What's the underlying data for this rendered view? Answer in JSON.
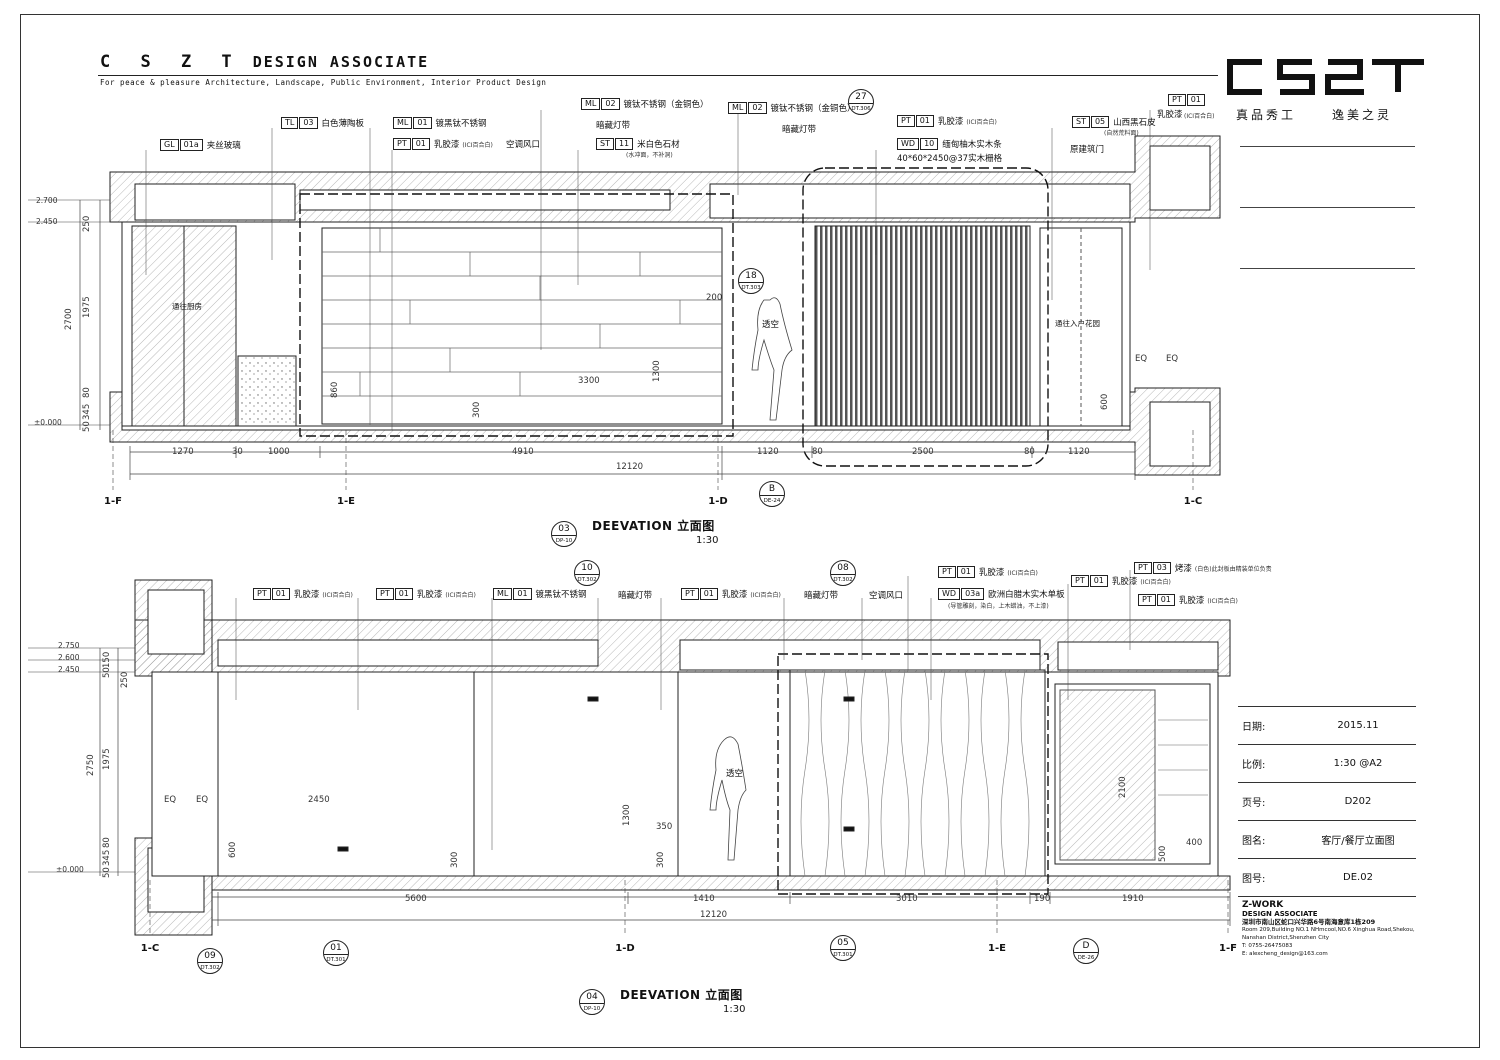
{
  "header": {
    "brand_letters": "C S Z T",
    "brand_rest": "DESIGN ASSOCIATE",
    "subtitle": "For peace  &  pleasure  Architecture, Landscape, Public Environment, Interior Product  Design",
    "logo_text": "CSZT",
    "slogan_1": "真品秀工",
    "slogan_2": "逸美之灵"
  },
  "elev1": {
    "tags": [
      {
        "c1": "GL",
        "c2": "01a",
        "t": "夹丝玻璃",
        "n": ""
      },
      {
        "c1": "TL",
        "c2": "03",
        "t": "白色薄陶板",
        "n": ""
      },
      {
        "c1": "ML",
        "c2": "01",
        "t": "镀黑钛不锈钢",
        "n": ""
      },
      {
        "c1": "PT",
        "c2": "01",
        "t": "乳胶漆",
        "n": "(ICI百合白)"
      },
      {
        "c1": "ML",
        "c2": "02",
        "t": "镀钛不锈钢（金铜色）",
        "n": ""
      },
      {
        "c1": "ST",
        "c2": "11",
        "t": "米白色石材",
        "n": ""
      },
      {
        "c1": "ML",
        "c2": "02",
        "t": "镀钛不锈钢（金铜色）",
        "n": ""
      },
      {
        "c1": "PT",
        "c2": "01",
        "t": "乳胶漆",
        "n": "(ICI百合白)"
      },
      {
        "c1": "WD",
        "c2": "10",
        "t": "缅甸柚木实木条",
        "n": ""
      },
      {
        "c1": "ST",
        "c2": "05",
        "t": "山西黑石皮",
        "n": ""
      },
      {
        "c1": "PT",
        "c2": "01",
        "t": "乳胶漆",
        "n": ""
      }
    ],
    "st11_note": "(水冲面，不补洞)",
    "st05_note": "(自然荒料面)",
    "pt01_note": "(ICI百合白)",
    "wd10_spec": "40*60*2450@37实木栅格",
    "labels": {
      "ac_vent": "空调风口",
      "hidden_strip_1": "暗藏灯带",
      "hidden_strip_2": "暗藏灯带",
      "orig_door": "原建筑门",
      "to_kitchen": "通往厨房",
      "void": "透空",
      "to_garden": "通往入户花园"
    },
    "callouts": [
      {
        "num": "27",
        "ref": "DT.306"
      },
      {
        "num": "18",
        "ref": "DT.303"
      },
      {
        "num": "B",
        "ref": "DE-24"
      }
    ],
    "levels": [
      "2.700",
      "2.450",
      "±0.000"
    ],
    "vdims": [
      "250",
      "2700",
      "1975",
      "80",
      "345",
      "50"
    ],
    "dims_bottom": [
      "1270",
      "30",
      "1000",
      "4910",
      "1120",
      "80",
      "2500",
      "80",
      "1120"
    ],
    "dim_total": "12120",
    "inner_dims": [
      "200",
      "3300",
      "1300",
      "300",
      "600",
      "860",
      "EQ",
      "EQ"
    ],
    "axes": [
      "1-F",
      "1-E",
      "1-D",
      "1-C"
    ],
    "title_num": "03",
    "title_ref": "DP-10",
    "title": "DEEVATION 立面图",
    "scale": "1:30"
  },
  "elev2": {
    "tags": [
      {
        "c1": "PT",
        "c2": "01",
        "t": "乳胶漆",
        "n": "(ICI百合白)"
      },
      {
        "c1": "PT",
        "c2": "01",
        "t": "乳胶漆",
        "n": "(ICI百合白)"
      },
      {
        "c1": "ML",
        "c2": "01",
        "t": "镀黑钛不锈钢",
        "n": ""
      },
      {
        "c1": "PT",
        "c2": "01",
        "t": "乳胶漆",
        "n": "(ICI百合白)"
      },
      {
        "c1": "PT",
        "c2": "01",
        "t": "乳胶漆",
        "n": "(ICI百合白)"
      },
      {
        "c1": "WD",
        "c2": "03a",
        "t": "欧洲白腊木实木单板",
        "n": ""
      },
      {
        "c1": "PT",
        "c2": "03",
        "t": "烤漆",
        "n": "(白色)此封板由精装单位负责"
      },
      {
        "c1": "PT",
        "c2": "01",
        "t": "乳胶漆",
        "n": "(ICI百合白)"
      },
      {
        "c1": "PT",
        "c2": "01",
        "t": "乳胶漆",
        "n": "(ICI百合白)"
      }
    ],
    "wd03a_note": "(导管雕刻，染白，上木蜡油，不上漆)",
    "labels": {
      "hidden_strip_1": "暗藏灯带",
      "hidden_strip_2": "暗藏灯带",
      "ac_vent": "空调风口",
      "void": "透空"
    },
    "callouts": [
      {
        "num": "10",
        "ref": "DT.302"
      },
      {
        "num": "08",
        "ref": "DT.302"
      },
      {
        "num": "09",
        "ref": "DT.302"
      },
      {
        "num": "01",
        "ref": "DT.301"
      },
      {
        "num": "05",
        "ref": "DT.301"
      },
      {
        "num": "D",
        "ref": "DE-26"
      }
    ],
    "levels": [
      "2.750",
      "2.600",
      "2.450",
      "±0.000"
    ],
    "vdims": [
      "150",
      "50",
      "250",
      "2750",
      "1975",
      "80",
      "345",
      "50"
    ],
    "dims_bottom": [
      "5600",
      "1410",
      "3010",
      "190",
      "1910"
    ],
    "dim_total": "12120",
    "inner_dims": [
      "2450",
      "EQ",
      "EQ",
      "600",
      "1300",
      "350",
      "300",
      "300",
      "2100",
      "400",
      "500"
    ],
    "axes": [
      "1-C",
      "1-D",
      "1-E",
      "1-F"
    ],
    "title_num": "04",
    "title_ref": "DP-10",
    "title": "DEEVATION 立面图",
    "scale": "1:30"
  },
  "info": {
    "rows": [
      {
        "label": "日期:",
        "value": "2015.11"
      },
      {
        "label": "比例:",
        "value": "1:30 @A2"
      },
      {
        "label": "页号:",
        "value": "D202"
      },
      {
        "label": "图名:",
        "value": "客厅/餐厅立面图"
      },
      {
        "label": "图号:",
        "value": "DE.02"
      }
    ]
  },
  "company": {
    "name1": "Z-WORK",
    "name2": "DESIGN ASSOCIATE",
    "cn_address": "深圳市南山区蛇口兴华路6号南海意库1栋209",
    "en_address_1": "Room 209,Building NO.1 NHmcool,NO.6 Xinghua Road,Shekou,",
    "en_address_2": "Nanshan District,Shenzhen City",
    "tel": "T: 0755-26475083",
    "email": "E: alexcheng_design@163.com"
  }
}
